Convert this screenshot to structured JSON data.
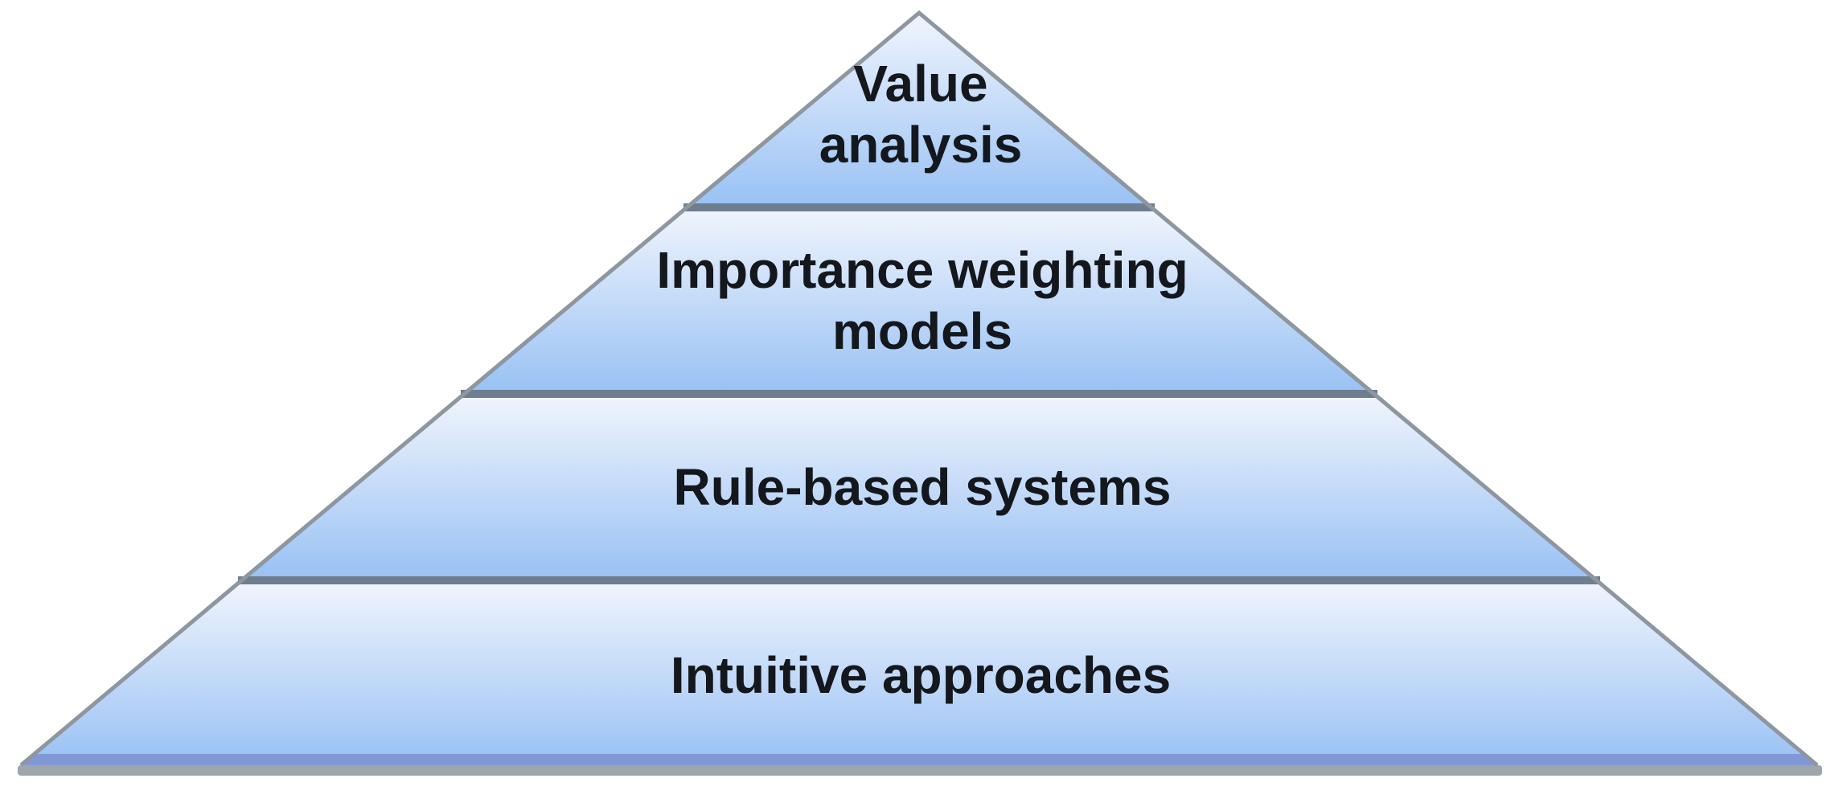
{
  "diagram": {
    "type": "pyramid",
    "level_count": 4,
    "levels": [
      {
        "id": "value-analysis",
        "rank": 1,
        "label": "Value analysis",
        "lines": [
          "Value",
          "analysis"
        ]
      },
      {
        "id": "importance-weighting-models",
        "rank": 2,
        "label": "Importance weighting models",
        "lines": [
          "Importance weighting",
          "models"
        ]
      },
      {
        "id": "rule-based-systems",
        "rank": 3,
        "label": "Rule-based systems",
        "lines": [
          "Rule-based systems"
        ]
      },
      {
        "id": "intuitive-approaches",
        "rank": 4,
        "label": "Intuitive approaches",
        "lines": [
          "Intuitive approaches"
        ]
      }
    ],
    "colors": {
      "band_gradient_top": "#f1f5fd",
      "band_gradient_bottom": "#98c1f4",
      "divider_line": "#6f7e8f",
      "outer_border": "#8e969f",
      "base_strip": "#8099d6",
      "base_shadow": "#9ea6ab",
      "text": "#14171c",
      "background": "#ffffff"
    }
  }
}
